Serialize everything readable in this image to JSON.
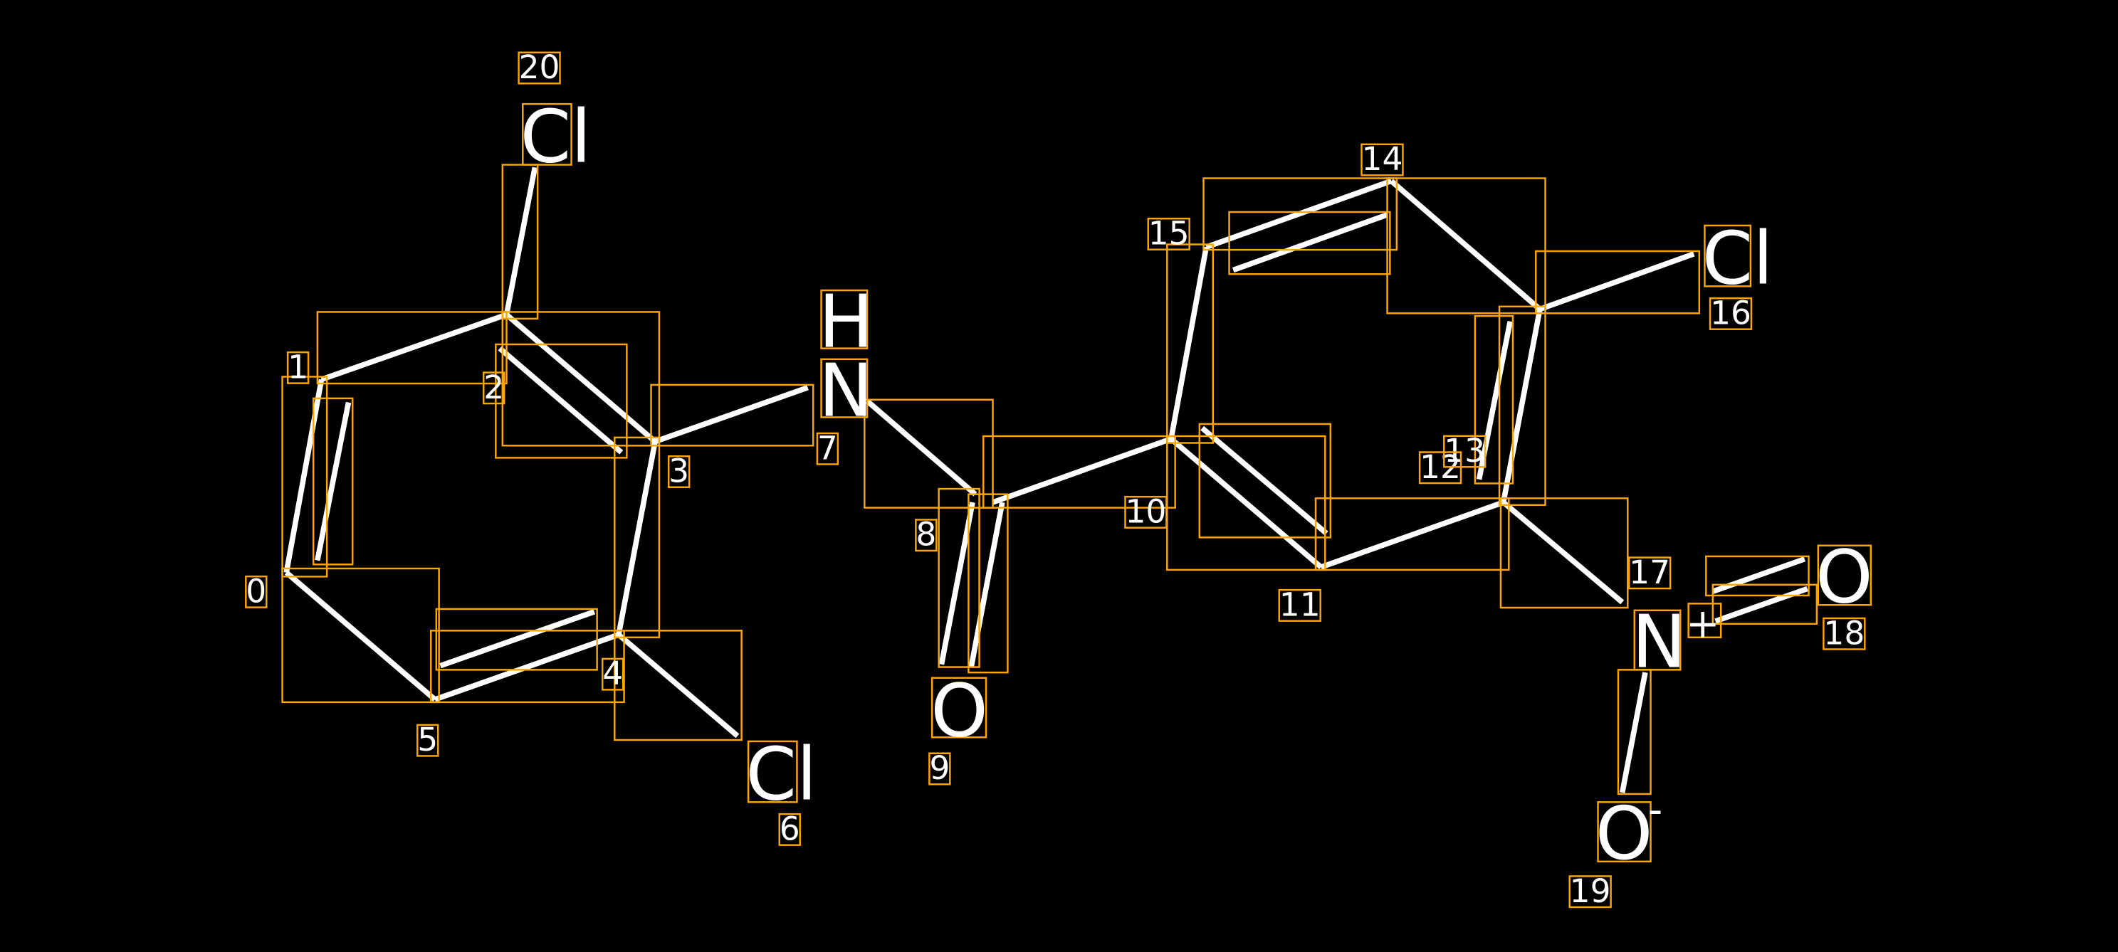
{
  "title": "Molecule structure with atom index annotations",
  "colors": {
    "background": "#000000",
    "bond": "#FFFFFF",
    "box": "#FFA500"
  },
  "atom_labels": {
    "cl20": "Cl",
    "cl6": "Cl",
    "h7": "H",
    "n7": "N",
    "o9": "O",
    "cl16": "Cl",
    "n17": "N",
    "n17_charge": "+",
    "o18": "O",
    "o19": "O",
    "o19_charge": "-"
  },
  "indices": [
    "0",
    "1",
    "2",
    "3",
    "4",
    "5",
    "6",
    "7",
    "8",
    "9",
    "10",
    "11",
    "12",
    "13",
    "14",
    "15",
    "16",
    "17",
    "18",
    "19",
    "20"
  ]
}
